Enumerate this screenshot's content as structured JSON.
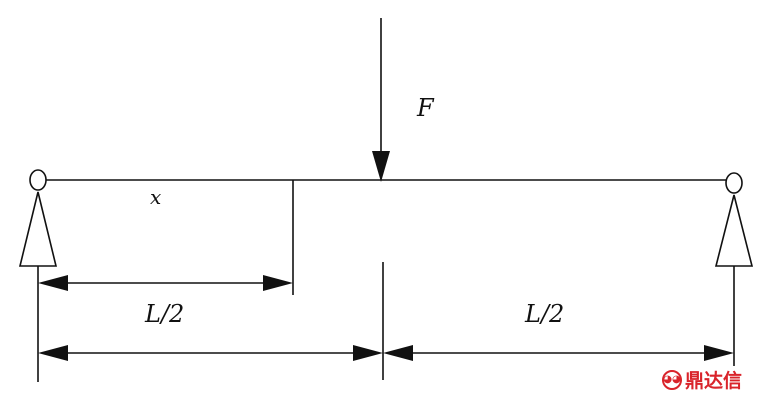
{
  "labels": {
    "force": "F",
    "position": "x",
    "half_span_left": "L/2",
    "half_span_right": "L/2"
  },
  "watermark": {
    "text": "鼎达信",
    "icon": "mask-logo-icon",
    "color": "#d9242b"
  }
}
